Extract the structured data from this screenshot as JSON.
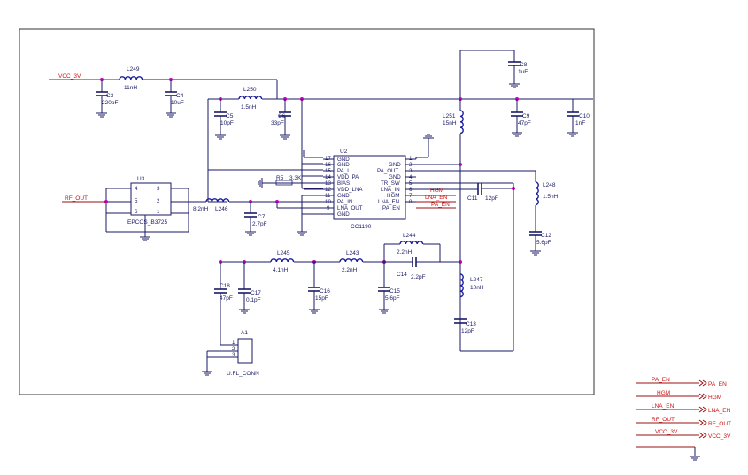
{
  "components": {
    "L249": {
      "ref": "L249",
      "value": "11nH"
    },
    "C3": {
      "ref": "C3",
      "value": "220pF"
    },
    "C4": {
      "ref": "C4",
      "value": "10uF"
    },
    "L250": {
      "ref": "L250",
      "value": "1.5nH"
    },
    "C5": {
      "ref": "C5",
      "value": "10pF"
    },
    "C6": {
      "ref": "C6",
      "value": "33pF"
    },
    "C8": {
      "ref": "C8",
      "value": "1uF"
    },
    "L251": {
      "ref": "L251",
      "value": "15nH"
    },
    "C9": {
      "ref": "C9",
      "value": "47pF"
    },
    "C10": {
      "ref": "C10",
      "value": "1nF"
    },
    "R5": {
      "ref": "R5",
      "value": "3.3K"
    },
    "L246": {
      "ref": "L246",
      "value": "8.2nH"
    },
    "C7": {
      "ref": "C7",
      "value": "2.7pF"
    },
    "C11": {
      "ref": "C11",
      "value": "12pF"
    },
    "L248": {
      "ref": "L248",
      "value": "1.5nH"
    },
    "C12": {
      "ref": "C12",
      "value": "5.6pF"
    },
    "L244": {
      "ref": "L244",
      "value": "2.2nH"
    },
    "C14": {
      "ref": "C14",
      "value": "2.2pF"
    },
    "L245": {
      "ref": "L245",
      "value": "4.1nH"
    },
    "L243": {
      "ref": "L243",
      "value": "2.2nH"
    },
    "C18": {
      "ref": "C18",
      "value": "47pF"
    },
    "C17": {
      "ref": "C17",
      "value": "0.1pF"
    },
    "C16": {
      "ref": "C16",
      "value": "15pF"
    },
    "C15": {
      "ref": "C15",
      "value": "5.6pF"
    },
    "L247": {
      "ref": "L247",
      "value": "10nH"
    },
    "C13": {
      "ref": "C13",
      "value": "12pF"
    }
  },
  "u2": {
    "ref": "U2",
    "part": "CC1190",
    "left_pins": [
      {
        "num": "17",
        "name": "GND"
      },
      {
        "num": "16",
        "name": "GND"
      },
      {
        "num": "15",
        "name": "PA_L"
      },
      {
        "num": "14",
        "name": "VDD_PA"
      },
      {
        "num": "13",
        "name": "BIAS"
      },
      {
        "num": "12",
        "name": "VDD_LNA"
      },
      {
        "num": "11",
        "name": "GND"
      },
      {
        "num": "10",
        "name": "PA_IN"
      },
      {
        "num": "9",
        "name": "LNA_OUT"
      },
      {
        "num": "",
        "name": "GND"
      }
    ],
    "right_pins": [
      {
        "num": "1",
        "name": "GND"
      },
      {
        "num": "2",
        "name": "PA_OUT"
      },
      {
        "num": "3",
        "name": "GND"
      },
      {
        "num": "4",
        "name": "TR_SW"
      },
      {
        "num": "5",
        "name": "LNA_IN"
      },
      {
        "num": "6",
        "name": "HGM"
      },
      {
        "num": "7",
        "name": "LNA_EN"
      },
      {
        "num": "8",
        "name": "PA_EN"
      }
    ]
  },
  "u3": {
    "ref": "U3",
    "part": "EPCOS_B3725",
    "left_pins": [
      "4",
      "5",
      "6"
    ],
    "right_pins": [
      "3",
      "2",
      "1"
    ]
  },
  "a1": {
    "ref": "A1",
    "part": "U.FL_CONN",
    "pins": [
      "1",
      "2",
      "3"
    ]
  },
  "nets": {
    "vcc": "VCC_3V",
    "rf_out": "RF_OUT",
    "hgm": "HGM",
    "lna_en": "LNA_EN",
    "pa_en": "PA_EN"
  },
  "ports": [
    {
      "wire_label": "PA_EN",
      "port_label": "PA_EN"
    },
    {
      "wire_label": "HGM",
      "port_label": "HGM"
    },
    {
      "wire_label": "LNA_EN",
      "port_label": "LNA_EN"
    },
    {
      "wire_label": "RF_OUT",
      "port_label": "RF_OUT"
    },
    {
      "wire_label": "VCC_3V",
      "port_label": "VCC_3V"
    }
  ],
  "colors": {
    "wire": "#1a1a66",
    "net_label": "#cc1010",
    "junction": "#c000c0"
  }
}
